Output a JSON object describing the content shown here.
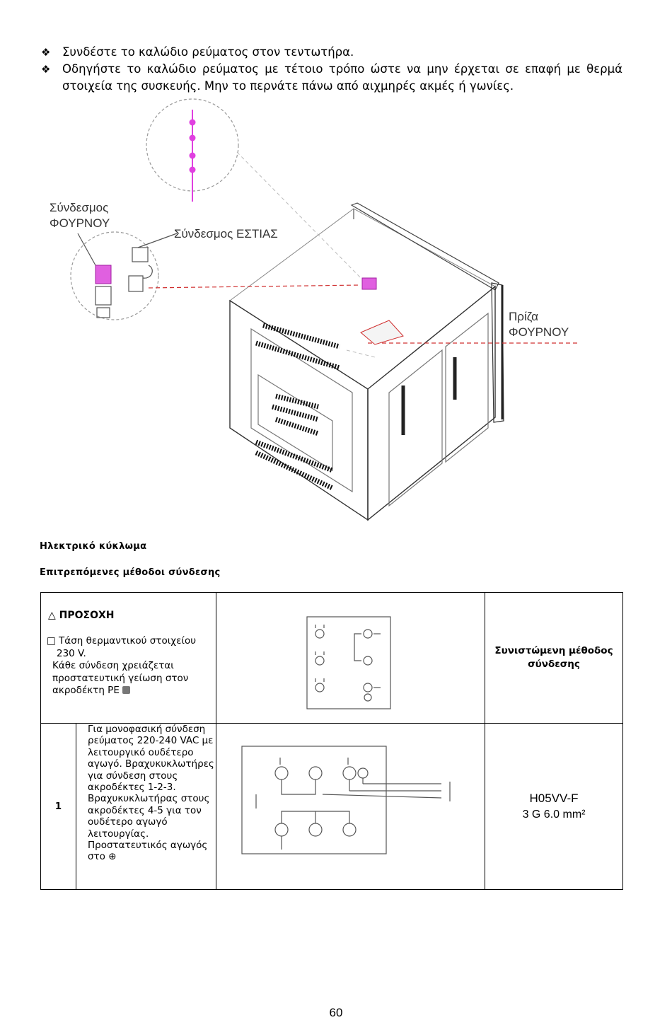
{
  "bullets": [
    {
      "marker": "❖",
      "text": "Συνδέστε το καλώδιο ρεύματος στον τεντωτήρα."
    },
    {
      "marker": "❖",
      "text": "Οδηγήστε το καλώδιο ρεύματος με τέτοιο τρόπο ώστε να μην έρχεται σε επαφή με θερμά στοιχεία της συσκευής. Μην το περνάτε πάνω από αιχμηρές ακμές ή γωνίες."
    }
  ],
  "figure": {
    "label_oven_connector_line1": "Σύνδεσμος",
    "label_oven_connector_line2": "ΦΟΥΡΝΟΥ",
    "label_hob_connector": "Σύνδεσμος ΕΣΤΙΑΣ",
    "label_socket_line1": "Πρίζα",
    "label_socket_line2": "ΦΟΥΡΝΟΥ"
  },
  "section": {
    "electrical_circuit": "Ηλεκτρικό κύκλωμα",
    "permitted_methods": "Επιτρεπόμενες μέθοδοι σύνδεσης"
  },
  "table": {
    "warning_title": "△ ΠΡΟΣΟΧΗ",
    "warning_line1": "□ Τάση θερμαντικού στοιχείου",
    "warning_line2": "230 V.",
    "warning_line3": "Κάθε σύνδεση χρειάζεται",
    "warning_line4": "προστατευτική γείωση στον",
    "warning_line5": "ακροδέκτη PE",
    "recommended_method": "Συνιστώμενη μέθοδος σύνδεσης",
    "row1_number": "1",
    "row1_description": "Για μονοφασική σύνδεση ρεύματος 220-240 VAC με λειτουργικό ουδέτερο αγωγό. Βραχυκυκλωτήρες για σύνδεση στους ακροδέκτες 1-2-3. Βραχυκυκλωτήρας στους ακροδέκτες 4-5 για τον ουδέτερο αγωγό λειτουργίας. Προστατευτικός αγωγός στο ⊕",
    "row1_cable_type": "H05VV-F",
    "row1_cable_spec": "3 G 6.0 mm²"
  },
  "page_number": "60",
  "colors": {
    "connector_magenta": "#e040e0",
    "guide_red": "#d03030",
    "line_gray": "#555555"
  }
}
